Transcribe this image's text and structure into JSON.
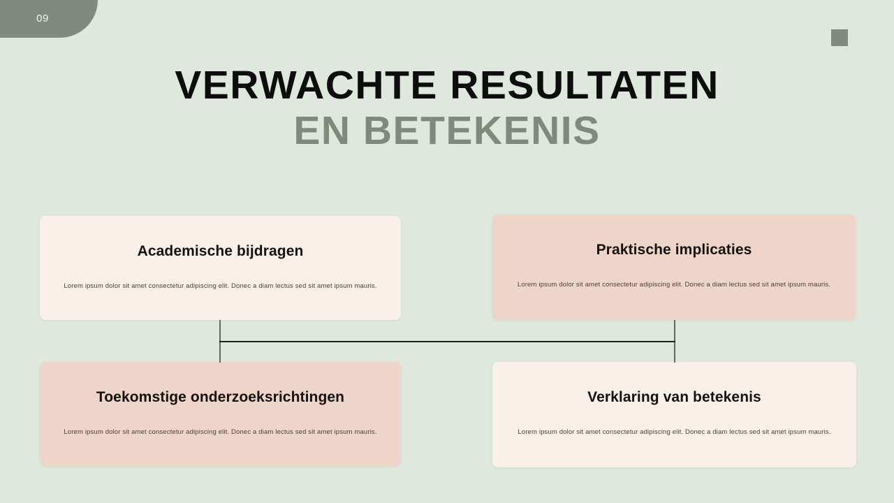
{
  "slide": {
    "page_number": "09",
    "title_line_1": "VERWACHTE RESULTATEN",
    "title_line_2": "EN BETEKENIS",
    "colors": {
      "background": "#dfe8dd",
      "accent_green": "#808a7e",
      "title_primary": "#0d0d0d",
      "title_secondary": "#7f8a7d",
      "card_cream": "#f9f0ea",
      "card_pink": "#eed4c9",
      "connector": "#1d2320"
    }
  },
  "cards": [
    {
      "title": "Academische bijdragen",
      "body": "Lorem ipsum dolor sit amet consectetur adipiscing elit. Donec a diam lectus sed sit amet ipsum mauris."
    },
    {
      "title": "Praktische implicaties",
      "body": "Lorem ipsum dolor sit amet consectetur adipiscing elit. Donec a diam lectus sed sit amet ipsum mauris."
    },
    {
      "title": "Toekomstige onderzoeksrichtingen",
      "body": "Lorem ipsum dolor sit amet consectetur adipiscing elit. Donec a diam lectus sed sit amet ipsum mauris."
    },
    {
      "title": "Verklaring van betekenis",
      "body": "Lorem ipsum dolor sit amet consectetur adipiscing elit. Donec a diam lectus sed sit amet ipsum mauris."
    }
  ]
}
